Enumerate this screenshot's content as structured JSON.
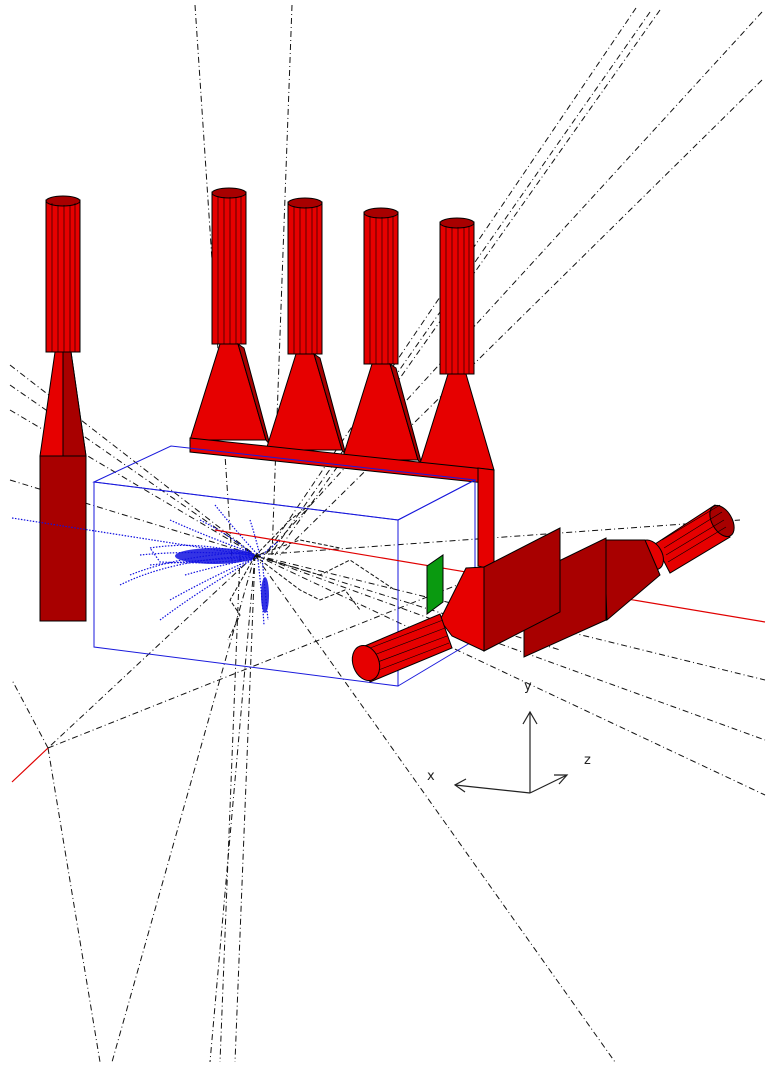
{
  "colors": {
    "background": "#ffffff",
    "detector_red": "#e60000",
    "detector_dark": "#a80000",
    "detector_edge": "#000000",
    "green_plate": "#0a9a10",
    "box_blue": "#1a1adc",
    "shower_blue": "#1010e0",
    "beam_red": "#e00000",
    "track_black": "#111111"
  },
  "axes": {
    "x_label": "x",
    "y_label": "y",
    "z_label": "z"
  }
}
